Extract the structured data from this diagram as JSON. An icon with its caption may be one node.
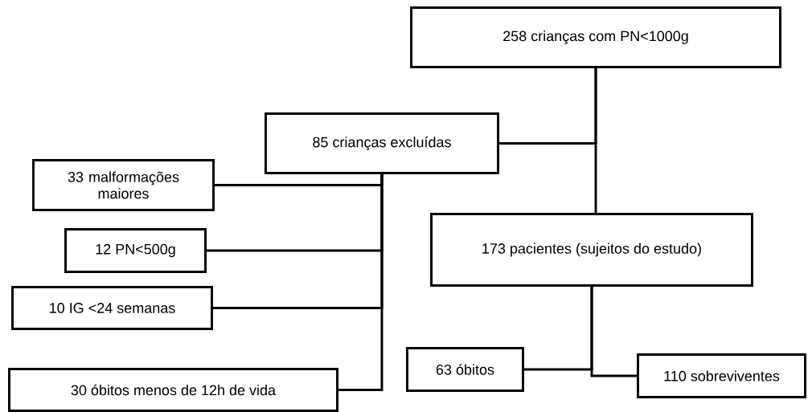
{
  "diagram": {
    "nodes": [
      {
        "text": [
          "258 crianças com PN<1000g"
        ]
      },
      {
        "text": [
          "85 crianças excluídas"
        ]
      },
      {
        "text": [
          "173 pacientes (sujeitos do estudo)"
        ]
      },
      {
        "text": [
          "33 malformações maiores"
        ]
      },
      {
        "text": [
          "12 PN<500g"
        ]
      },
      {
        "text": [
          "10 IG <24 semanas"
        ]
      },
      {
        "text": [
          "30 óbitos menos de 12h de vida"
        ]
      },
      {
        "text": [
          "63 óbitos"
        ]
      },
      {
        "text": [
          "110 sobreviventes"
        ]
      }
    ],
    "edges": [
      {
        "from": 0,
        "to": 1,
        "arrow": "none"
      },
      {
        "from": 0,
        "to": 2,
        "arrow": "none"
      },
      {
        "from": 1,
        "to": 3,
        "arrow": "none"
      },
      {
        "from": 1,
        "to": 4,
        "arrow": "none"
      },
      {
        "from": 1,
        "to": 5,
        "arrow": "none"
      },
      {
        "from": 1,
        "to": 6,
        "arrow": "none"
      },
      {
        "from": 2,
        "to": 7,
        "arrow": "none"
      },
      {
        "from": 2,
        "to": 8,
        "arrow": "none"
      }
    ]
  }
}
